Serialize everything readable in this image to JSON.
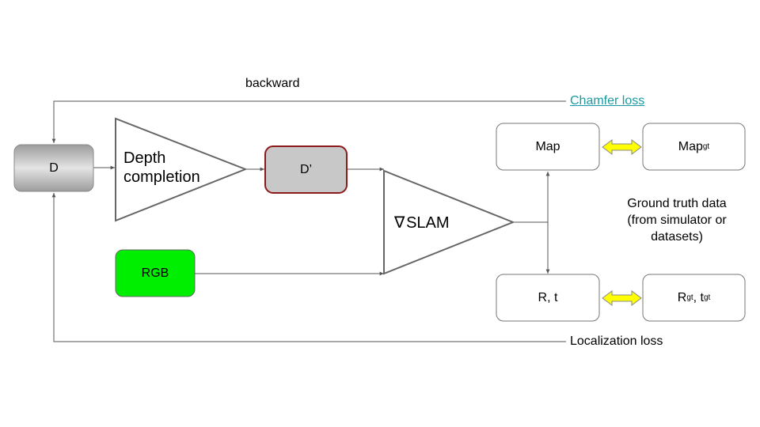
{
  "diagram": {
    "nodes": {
      "d": "D",
      "depth_completion": [
        "Depth",
        "completion"
      ],
      "d_prime": "D’",
      "rgb": "RGB",
      "slam_symbol": "∇",
      "slam": "SLAM",
      "map": "Map",
      "map_gt": {
        "base": "Map",
        "sub": "gt"
      },
      "rt": "R, t",
      "rt_gt": {
        "r": "R",
        "r_sub": "gt",
        "sep": ", ",
        "t": "t",
        "t_sub": "gt"
      }
    },
    "labels": {
      "backward": "backward",
      "chamfer_loss": "Chamfer loss",
      "localization_loss": "Localization loss",
      "ground_truth": [
        "Ground truth data",
        "(from simulator or",
        "datasets)"
      ]
    },
    "colors": {
      "line": "#555555",
      "d_fill": "#b5b5b5",
      "d_prime_fill": "#c8c8c8",
      "d_prime_border": "#8b1a1a",
      "rgb_fill": "#00ee00",
      "arrow_yellow": "#ffff00",
      "link": "#1a9aa0"
    }
  }
}
